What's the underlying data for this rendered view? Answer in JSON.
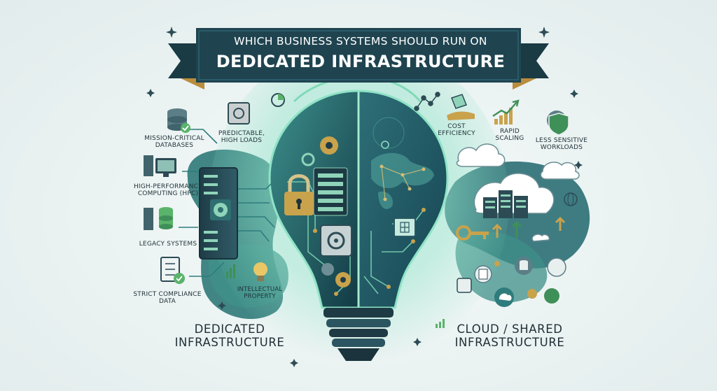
{
  "banner": {
    "line1": "WHICH BUSINESS SYSTEMS SHOULD RUN ON",
    "line2": "DEDICATED INFRASTRUCTURE"
  },
  "dedicated": {
    "heading_line1": "DEDICATED",
    "heading_line2": "INFRASTRUCTURE",
    "items": {
      "mission_critical_1": "MISSION-CRITICAL",
      "mission_critical_2": "DATABASES",
      "predictable_1": "PREDICTABLE,",
      "predictable_2": "HIGH LOADS",
      "hpc_1": "HIGH-PERFORMANCE",
      "hpc_2": "COMPUTING (HPC)",
      "legacy": "LEGACY SYSTEMS",
      "compliance_1": "STRICT COMPLIANCE",
      "compliance_2": "DATA",
      "ip_1": "INTELLECTUAL",
      "ip_2": "PROPERTY"
    }
  },
  "cloud": {
    "heading_line1": "CLOUD / SHARED",
    "heading_line2": "INFRASTRUCTURE",
    "items": {
      "cost_1": "COST",
      "cost_2": "EFFICIENCY",
      "rapid_1": "RAPID",
      "rapid_2": "SCALING",
      "less_1": "LESS SENSITIVE",
      "less_2": "WORKLOADS"
    }
  },
  "colors": {
    "banner": "#1f4450",
    "banner_fold": "#b98d3c",
    "teal_dark": "#1b4650",
    "teal": "#2f7c7c",
    "mint": "#8fd4b9",
    "gold": "#c9a24c"
  },
  "icons": [
    "database-check-icon",
    "safe-icon",
    "pie-chart-icon",
    "server-rack-icon",
    "desktop-computer-icon",
    "server-database-icon",
    "checklist-icon",
    "lightbulb-icon",
    "padlock-icon",
    "gear-icon",
    "vault-icon",
    "world-map-icon",
    "cloud-server-icon",
    "key-icon",
    "money-hand-icon",
    "growth-chart-icon",
    "shield-gear-icon"
  ]
}
